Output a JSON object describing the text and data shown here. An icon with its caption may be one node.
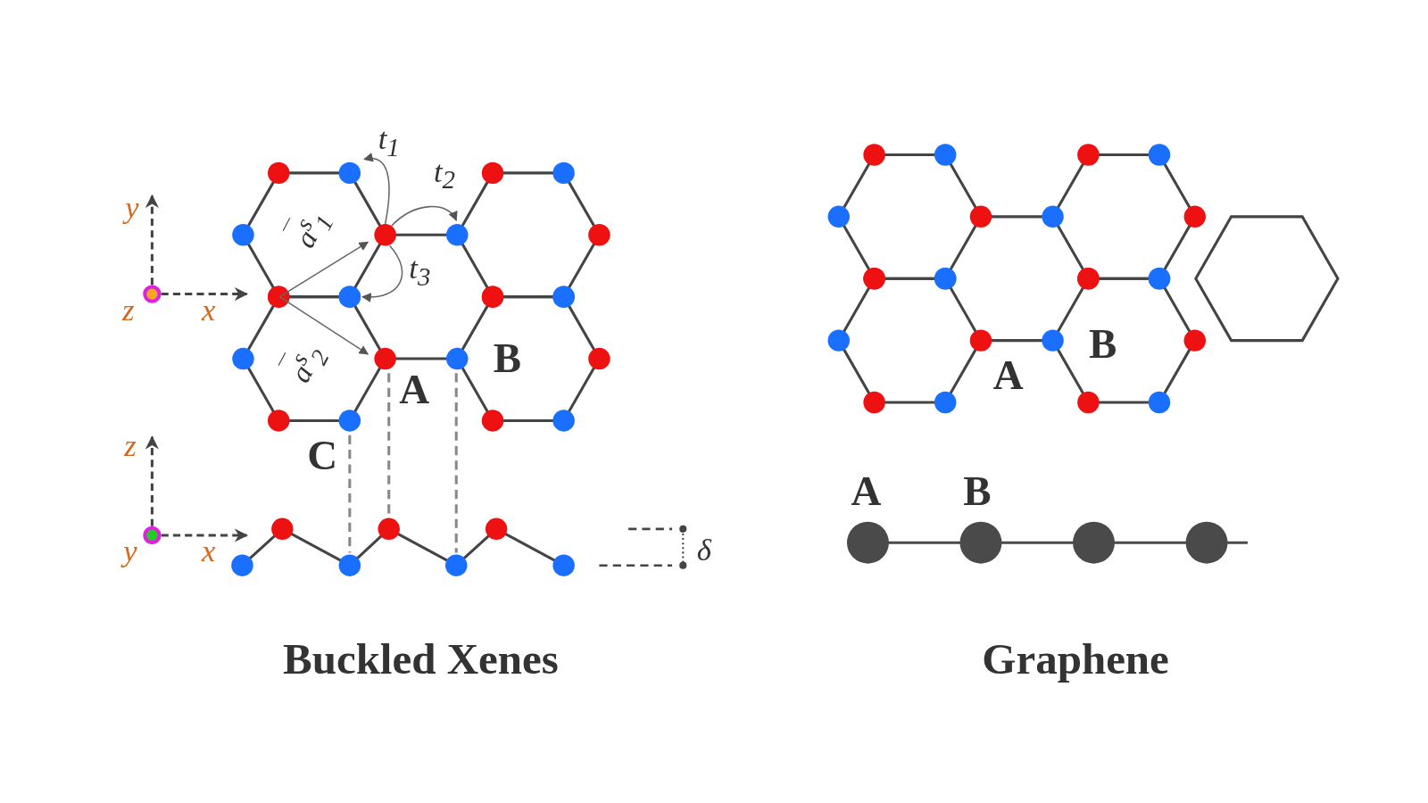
{
  "diagram": {
    "labels": [
      "t$_{1}$",
      "t$_{2}$",
      "y",
      "a$^{s}$$_{1}$",
      "t$_{3}$",
      "z",
      "x",
      "B",
      "a$^{s}$$_{2}$",
      "A",
      "C",
      "z",
      "y",
      "x",
      "δ",
      "Buckled Xenes",
      "A",
      "B",
      "A",
      "B",
      "Graphene"
    ]
  }
}
